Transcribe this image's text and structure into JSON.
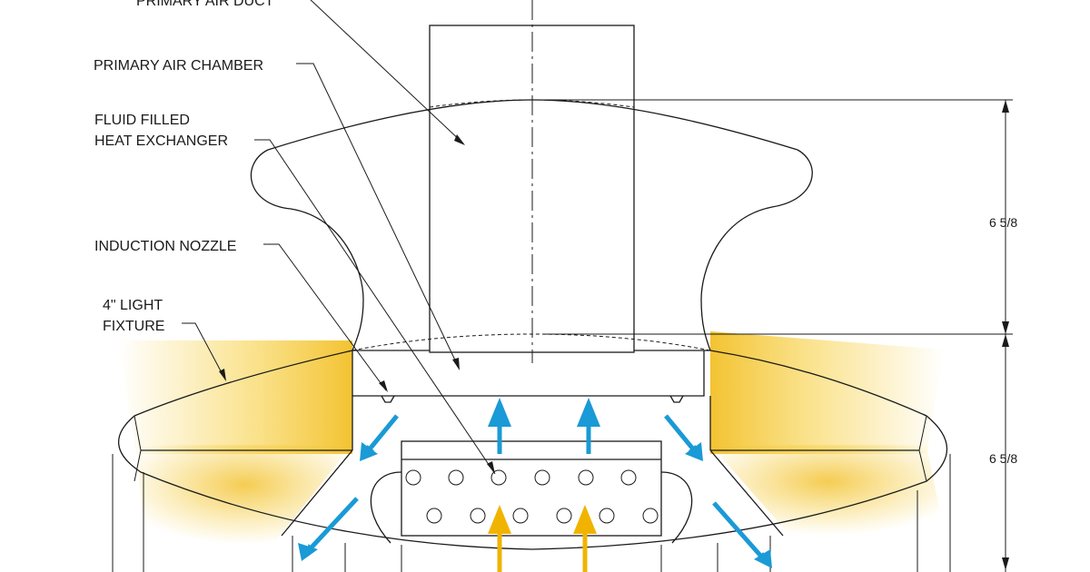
{
  "labels": {
    "primary_air_duct": "PRIMARY AIR DUCT",
    "primary_air_chamber": "PRIMARY AIR CHAMBER",
    "heat_exchanger_line1": "FLUID FILLED",
    "heat_exchanger_line2": "HEAT EXCHANGER",
    "induction_nozzle": "INDUCTION NOZZLE",
    "light_fixture_line1": "4\" LIGHT",
    "light_fixture_line2": "FIXTURE"
  },
  "dimensions": {
    "upper": "6 5/8",
    "lower": "6 5/8"
  },
  "colors": {
    "line": "#1a1a1a",
    "airflow_blue": "#1a9ad6",
    "induced_air_yellow": "#f0b400",
    "light_glow": "#f5c518"
  }
}
